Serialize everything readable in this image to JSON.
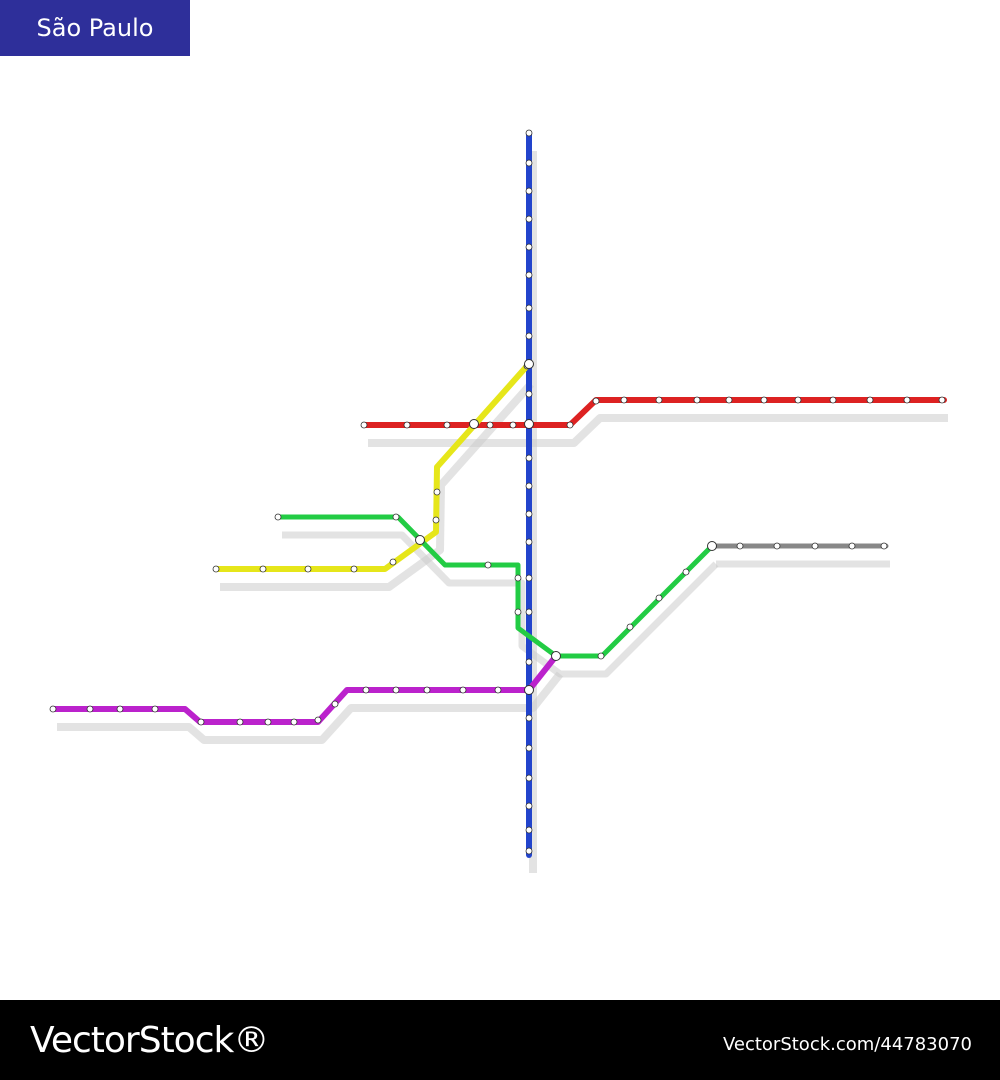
{
  "map": {
    "city": "São Paulo",
    "colors": {
      "label_bg": "#2e2f9a",
      "blue": "#2244cc",
      "red": "#dd2222",
      "yellow": "#e6e61a",
      "green": "#22cc44",
      "magenta": "#bb22cc",
      "gray": "#888888",
      "station_fill": "#ffffff",
      "shadow": "#cccccc"
    },
    "lines": [
      {
        "id": "blue",
        "color": "#2244cc",
        "icon": "vertical-metro-line"
      },
      {
        "id": "red",
        "color": "#dd2222",
        "icon": "horizontal-metro-line"
      },
      {
        "id": "yellow",
        "color": "#e6e61a",
        "icon": "diagonal-metro-line"
      },
      {
        "id": "green",
        "color": "#22cc44",
        "icon": "zigzag-metro-line"
      },
      {
        "id": "magenta",
        "color": "#bb22cc",
        "icon": "lower-metro-line"
      },
      {
        "id": "gray",
        "color": "#888888",
        "icon": "short-branch-line"
      }
    ]
  },
  "footer": {
    "brand": "VectorStock®",
    "stock_id": "VectorStock.com/44783070"
  }
}
